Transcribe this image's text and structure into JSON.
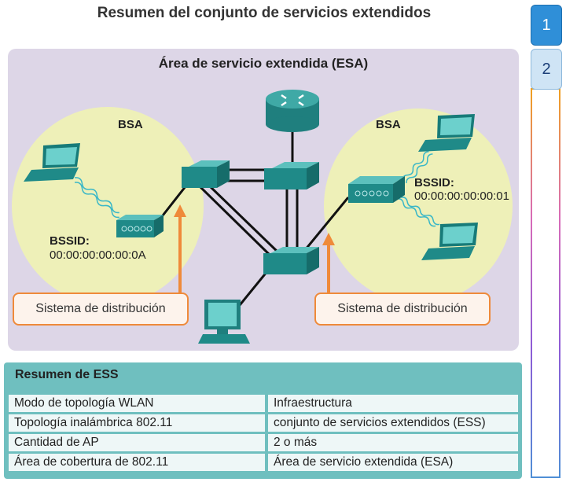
{
  "title": "Resumen del conjunto de servicios extendidos",
  "diagram": {
    "esa_label": "Área de servicio extendida (ESA)",
    "bsa_left_label": "BSA",
    "bsa_right_label": "BSA",
    "bssid_left_label": "BSSID:",
    "bssid_left_value": "00:00:00:00:00:0A",
    "bssid_right_label": "BSSID:",
    "bssid_right_value": "00:00:00:00:00:01",
    "ds_left": "Sistema de distribución",
    "ds_right": "Sistema de distribución"
  },
  "table": {
    "header": "Resumen de ESS",
    "rows": [
      {
        "key": "Modo de topología WLAN",
        "value": "Infraestructura"
      },
      {
        "key": "Topología inalámbrica 802.11",
        "value": "conjunto de servicios extendidos (ESS)"
      },
      {
        "key": "Cantidad de AP",
        "value": "2 o más"
      },
      {
        "key": "Área de cobertura de 802.11",
        "value": "Área de servicio extendida (ESA)"
      }
    ]
  },
  "tabs": [
    "1",
    "2"
  ],
  "colors": {
    "esa_bg": "#ddd6e7",
    "bsa_bg": "#eef0b8",
    "device_teal": "#1f8a88",
    "arrow_orange": "#ef8a3a",
    "table_teal": "#6fbfbf",
    "tab_active": "#2f8fd8"
  },
  "icons": [
    "router-icon",
    "switch-icon",
    "access-point-icon",
    "laptop-icon",
    "desktop-pc-icon"
  ]
}
